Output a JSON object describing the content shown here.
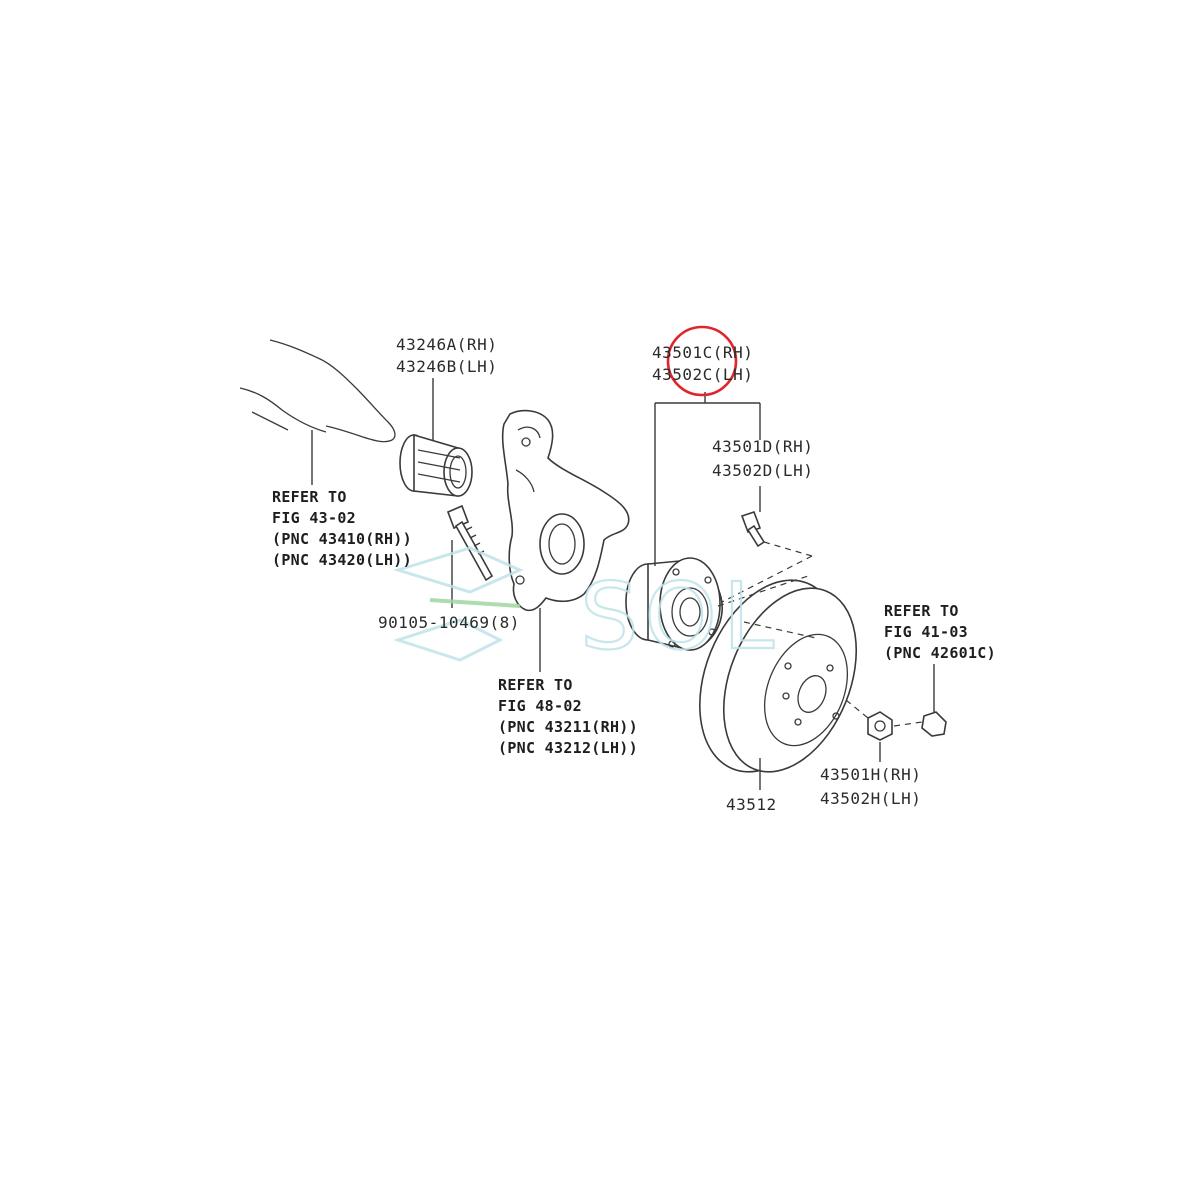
{
  "labels": {
    "hub_bearing_rh": "43501C(RH)",
    "hub_bearing_lh": "43502C(LH)",
    "hub_bolt_rh": "43501D(RH)",
    "hub_bolt_lh": "43502D(LH)",
    "seal_rh": "43246A(RH)",
    "seal_lh": "43246B(LH)",
    "nut_rh": "43501H(RH)",
    "nut_lh": "43502H(LH)",
    "disc": "43512",
    "bolt": "90105-10469(8)"
  },
  "refers": {
    "shaft": [
      "REFER TO",
      "FIG 43-02",
      "(PNC 43410(RH))",
      "(PNC 43420(LH))"
    ],
    "knuckle": [
      "REFER TO",
      "FIG 48-02",
      "(PNC 43211(RH))",
      "(PNC 43212(LH))"
    ],
    "caliper": [
      "REFER TO",
      "FIG 41-03",
      "(PNC 42601C)"
    ]
  },
  "watermark": "SOL",
  "colors": {
    "highlight": "#e0262b",
    "line": "#3a3a3a",
    "watermark": "#bfe3ea"
  }
}
